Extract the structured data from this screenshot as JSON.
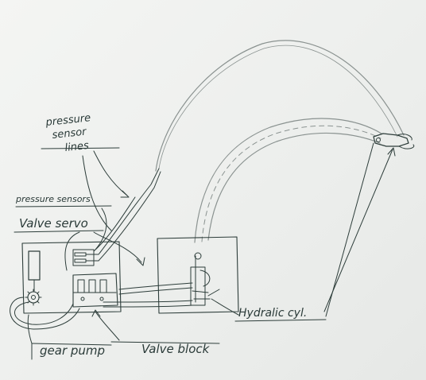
{
  "labels": {
    "pressure_sensor_lines_1": "pressure",
    "pressure_sensor_lines_2": "sensor",
    "pressure_sensor_lines_3": "lines",
    "pressure_sensors": "pressure sensors",
    "valve_servo": "Valve servo",
    "hydraulic_cyl": "Hydralic cyl.",
    "gear_pump": "gear pump",
    "valve_block": "Valve block"
  }
}
